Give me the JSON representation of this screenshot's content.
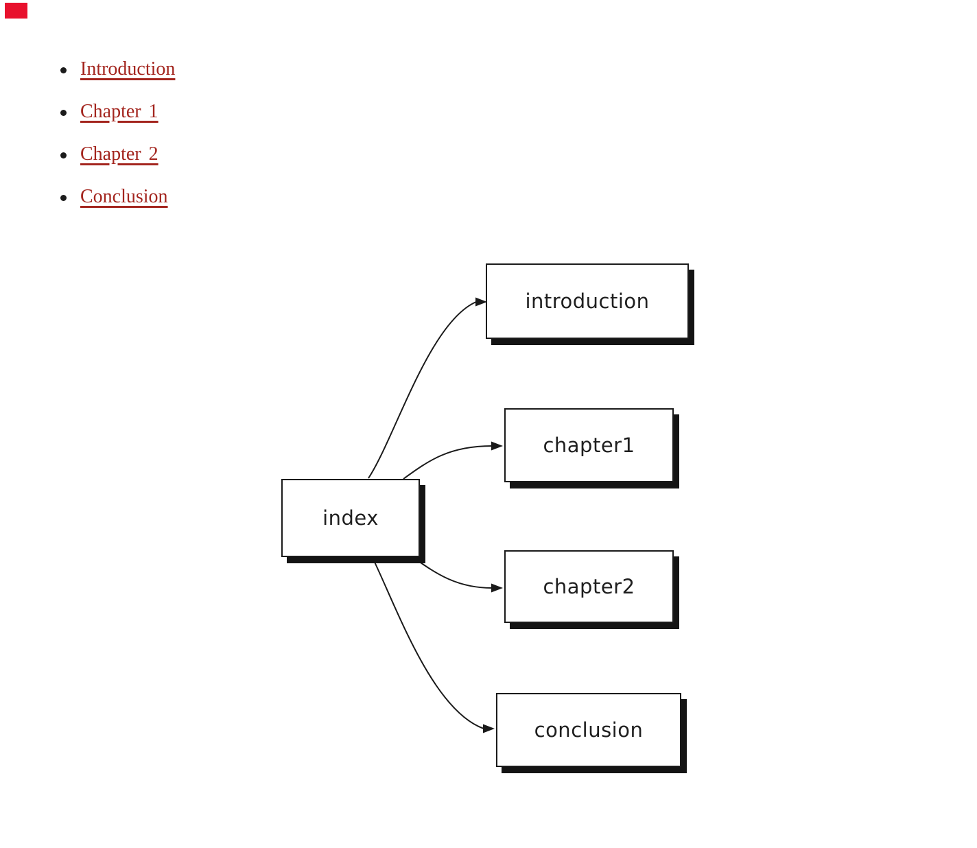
{
  "marker": {
    "color": "#E8112D"
  },
  "toc": {
    "items": [
      {
        "label": "Introduction"
      },
      {
        "label": "Chapter 1"
      },
      {
        "label": "Chapter 2"
      },
      {
        "label": "Conclusion"
      }
    ],
    "link_color": "#A3251E"
  },
  "diagram": {
    "type": "directed-graph",
    "nodes": [
      {
        "id": "index",
        "label": "index"
      },
      {
        "id": "introduction",
        "label": "introduction"
      },
      {
        "id": "chapter1",
        "label": "chapter1"
      },
      {
        "id": "chapter2",
        "label": "chapter2"
      },
      {
        "id": "conclusion",
        "label": "conclusion"
      }
    ],
    "edges": [
      {
        "from": "index",
        "to": "introduction"
      },
      {
        "from": "index",
        "to": "chapter1"
      },
      {
        "from": "index",
        "to": "chapter2"
      },
      {
        "from": "index",
        "to": "conclusion"
      }
    ],
    "colors": {
      "node_border": "#1a1a1a",
      "node_fill": "#ffffff",
      "shadow": "#141414",
      "edge": "#1a1a1a",
      "text": "#1f1f1f"
    }
  }
}
